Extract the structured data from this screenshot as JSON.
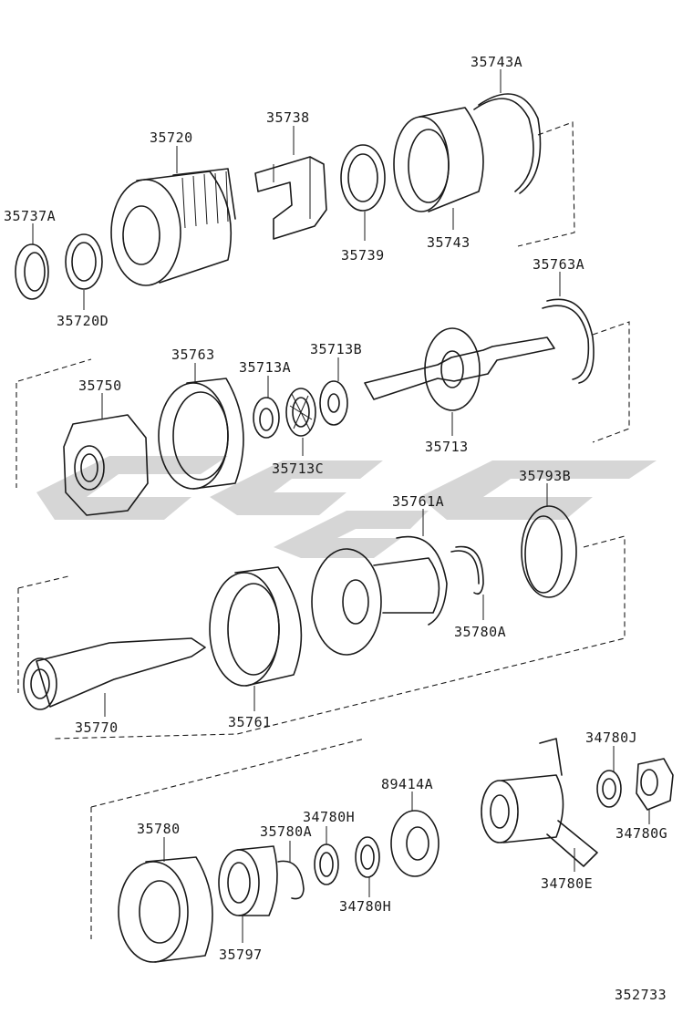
{
  "parts": {
    "p35743A": "35743A",
    "p35738": "35738",
    "p35720": "35720",
    "p35737A": "35737A",
    "p35739": "35739",
    "p35743": "35743",
    "p35720D": "35720D",
    "p35763A": "35763A",
    "p35763": "35763",
    "p35713B": "35713B",
    "p35713A": "35713A",
    "p35750": "35750",
    "p35713": "35713",
    "p35713C": "35713C",
    "p35793B": "35793B",
    "p35761A": "35761A",
    "p35780A_upper": "35780A",
    "p35770": "35770",
    "p35761": "35761",
    "p34780J": "34780J",
    "p89414A": "89414A",
    "p35780": "35780",
    "p34780H_upper": "34780H",
    "p35780A_lower": "35780A",
    "p34780G": "34780G",
    "p34780E": "34780E",
    "p34780H_lower": "34780H",
    "p35797": "35797"
  },
  "figure_id": "352733"
}
